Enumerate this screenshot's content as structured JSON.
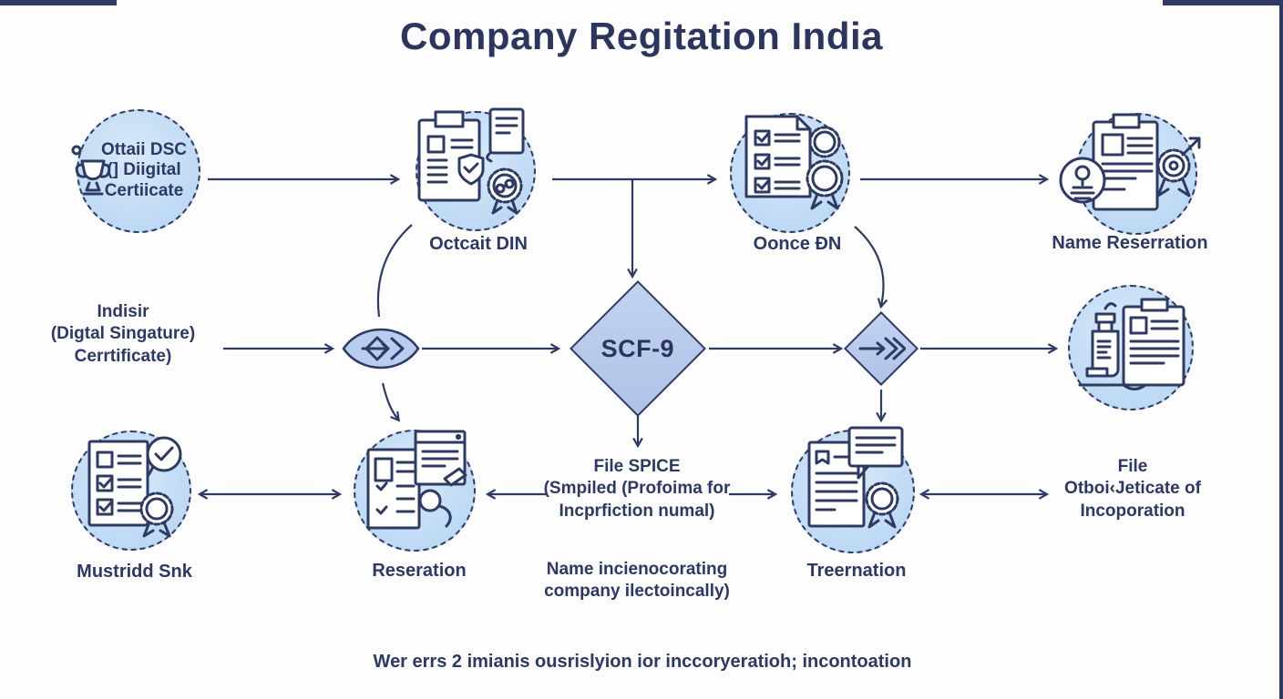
{
  "title": "Company Regitation India",
  "caption": "Wer errs 2 imianis ousrislyion ior inccoryeratioh; incontoation",
  "colors": {
    "ink": "#2e3a66",
    "disc_fill": "#c3ddf5",
    "diamond_fill": "#aec3e8"
  },
  "nodes": {
    "dsc": {
      "label": "Ottaii DSC\n(] Diigital\nCertiicate"
    },
    "din": {
      "label": "Octcait DIN"
    },
    "dn": {
      "label": "Oonce ĐN"
    },
    "name_reservation": {
      "label": "Name Reserration"
    },
    "indisir": {
      "label": "Indisir\n(Digtal Singature)\nCerrtificate)"
    },
    "scf": {
      "label": "SCF-9"
    },
    "mustridd": {
      "label": "Mustridd Snk"
    },
    "reseration": {
      "label": "Reseration"
    },
    "spice": {
      "label": "File SPICE\n(Smpiled (Profoima for\nIncprfiction numal)"
    },
    "spice_note": {
      "label": "Name incienocorating\ncompany ilectoincally)"
    },
    "treernation": {
      "label": "Treernation"
    },
    "file_cert": {
      "label": "File\nOtboi‹Jeticate of\nIncoporation"
    }
  }
}
